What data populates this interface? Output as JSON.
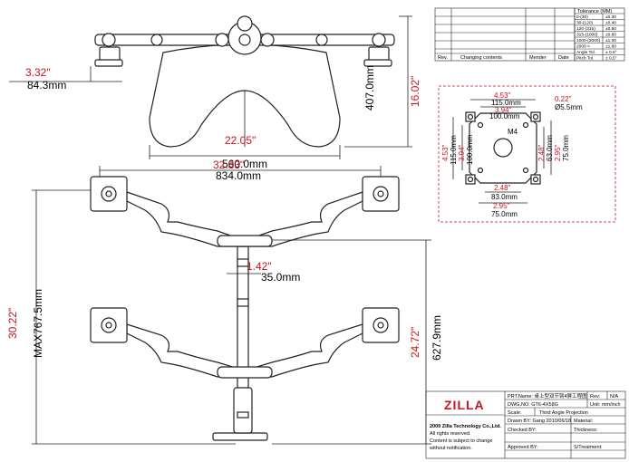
{
  "dimensions": {
    "top_width_in": "22.05\"",
    "top_width_mm": "560.0mm",
    "top_height_in": "16.02\"",
    "top_height_mm": "407.0mm",
    "clamp_in": "3.32\"",
    "clamp_mm": "84.3mm",
    "span_in": "32.83\"",
    "span_mm": "834.0mm",
    "pole_in": "1.42\"",
    "pole_mm": "35.0mm",
    "max_height_in": "30.22\"",
    "max_height_mm": "MAX767.5mm",
    "lower_height_in": "24.72\"",
    "lower_height_mm": "627.9mm"
  },
  "vesa": {
    "w_outer_in": "4.53\"",
    "w_outer_mm": "115.0mm",
    "w_inner_in": "3.94\"",
    "w_inner_mm": "100.0mm",
    "hole_in": "0.22\"",
    "hole_mm": "Ø5.5mm",
    "screw": "M4",
    "h_outer_in": "4.53\"",
    "h_outer_mm": "115.0mm",
    "h_inner_in": "3.94\"",
    "h_inner_mm": "100.0mm",
    "r_in_a": "2.48\"",
    "r_mm_a": "63.0mm",
    "r_in_b": "2.95\"",
    "r_mm_b": "75.0mm",
    "b_in_a": "2.48\"",
    "b_mm_a": "83.0mm",
    "b_in_b": "2.95\"",
    "b_mm_b": "75.0mm"
  },
  "revision_table": {
    "rev_label": "Rev.",
    "changing_label": "Changing contents",
    "mender_label": "Mender",
    "date_label": "Date"
  },
  "tolerance": {
    "title": "Tolerance (MM)",
    "rows": [
      [
        "0-(30)",
        "±0.30"
      ],
      [
        "30-(120)",
        "±0.40"
      ],
      [
        "120-(315)",
        "±0.50"
      ],
      [
        "315-(1000)",
        "±0.60"
      ],
      [
        "1000-(2000)",
        "±1.00"
      ],
      [
        "2000 <",
        "±1.60"
      ],
      [
        "Angle Tol.",
        "± 0.5°"
      ],
      [
        "Pitch Tol.",
        "± 0.5°"
      ]
    ]
  },
  "title_block": {
    "logo": "ZILLA",
    "prt_name": "PRT.Name: 桌上型双节臂4屏工程图",
    "rev": "Rev:",
    "rev_val": "N/A",
    "dwg_no": "DWG.NO: GT6-4X58G",
    "unit": "Unit: mm/inch",
    "scale": "Scale:",
    "projection": "Third Angle Projection",
    "drawn_by": "Drawn BY: Gang  2010/06/18",
    "material": "Material:",
    "checked_by": "Checked BY:",
    "thickness": "Thickness:",
    "approved_by": "Approved BY:",
    "treatment": "S/Treatment:",
    "copyright": "2009 Zilla Technology Co.,Ltd.",
    "rights": "All rights reserved.",
    "notice1": "Content is subject to change",
    "notice2": "without notification."
  }
}
